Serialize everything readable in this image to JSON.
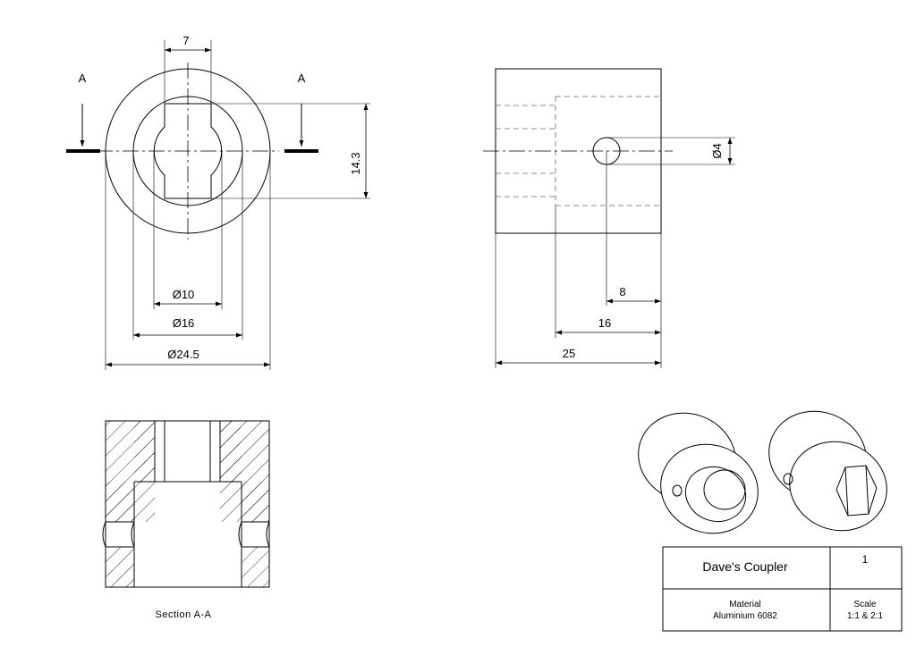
{
  "front_view": {
    "section_marker_label": "A",
    "dims": {
      "flat_width": "7",
      "flat_height": "14.3",
      "bore_diameter": "Ø10",
      "counterbore_diameter": "Ø16",
      "outer_diameter": "Ø24.5"
    }
  },
  "side_view": {
    "dims": {
      "hole_diameter": "Ø4",
      "hole_position": "8",
      "bore_depth": "16",
      "overall_length": "25"
    }
  },
  "section_view": {
    "caption": "Section A-A"
  },
  "title_block": {
    "title": "Dave's Coupler",
    "sheet_number": "1",
    "material_label": "Material",
    "material_value": "Aluminium 6082",
    "scale_label": "Scale",
    "scale_value": "1:1 & 2:1"
  }
}
